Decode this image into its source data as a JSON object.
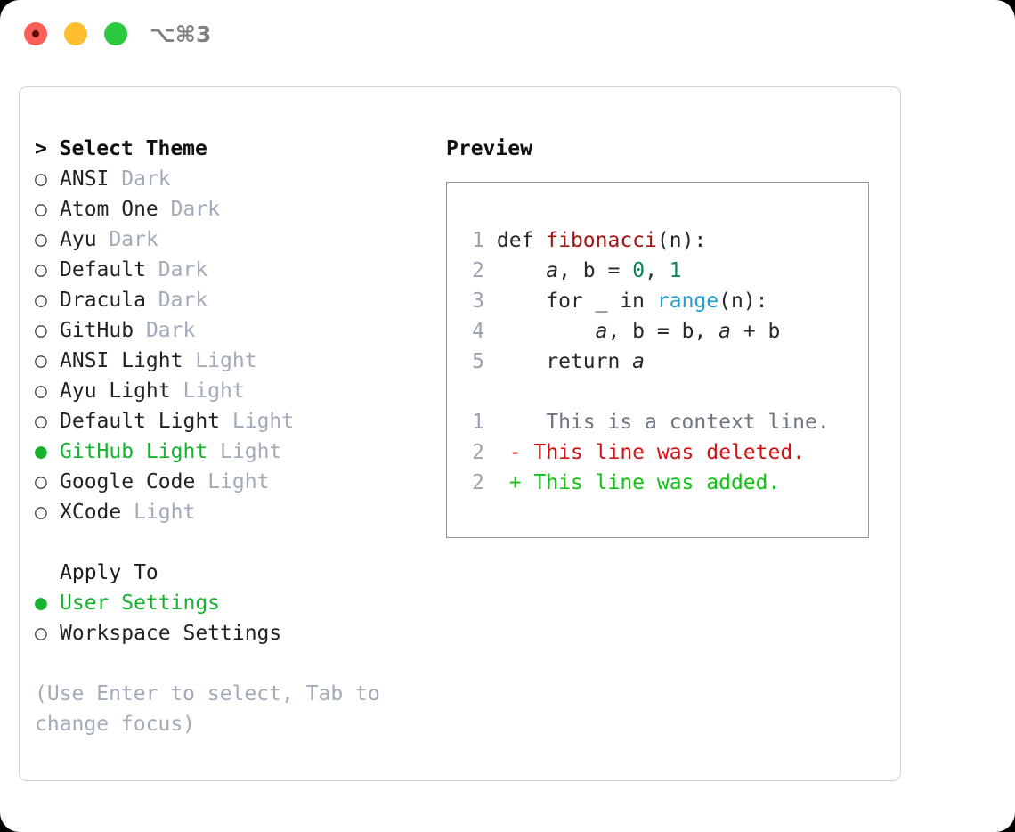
{
  "titlebar": {
    "buttons": [
      {
        "name": "close",
        "color": "#fc5f57"
      },
      {
        "name": "minimize",
        "color": "#ffbe2e"
      },
      {
        "name": "zoom",
        "color": "#2bc840"
      }
    ],
    "shortcut": "⌥⌘3"
  },
  "theme_picker": {
    "header": "> Select Theme",
    "items": [
      {
        "bullet": "○",
        "label": "ANSI",
        "variant": "Dark",
        "selected": false
      },
      {
        "bullet": "○",
        "label": "Atom One",
        "variant": "Dark",
        "selected": false
      },
      {
        "bullet": "○",
        "label": "Ayu",
        "variant": "Dark",
        "selected": false
      },
      {
        "bullet": "○",
        "label": "Default",
        "variant": "Dark",
        "selected": false
      },
      {
        "bullet": "○",
        "label": "Dracula",
        "variant": "Dark",
        "selected": false
      },
      {
        "bullet": "○",
        "label": "GitHub",
        "variant": "Dark",
        "selected": false
      },
      {
        "bullet": "○",
        "label": "ANSI Light",
        "variant": "Light",
        "selected": false
      },
      {
        "bullet": "○",
        "label": "Ayu Light",
        "variant": "Light",
        "selected": false
      },
      {
        "bullet": "○",
        "label": "Default Light",
        "variant": "Light",
        "selected": false
      },
      {
        "bullet": "●",
        "label": "GitHub Light",
        "variant": "Light",
        "selected": true
      },
      {
        "bullet": "○",
        "label": "Google Code",
        "variant": "Light",
        "selected": false
      },
      {
        "bullet": "○",
        "label": "XCode",
        "variant": "Light",
        "selected": false
      }
    ]
  },
  "apply_to": {
    "header": "Apply To",
    "items": [
      {
        "bullet": "●",
        "label": "User Settings",
        "selected": true
      },
      {
        "bullet": "○",
        "label": "Workspace Settings",
        "selected": false
      }
    ]
  },
  "hint": "(Use Enter to select, Tab to change focus)",
  "preview": {
    "title": "Preview",
    "code_lines": [
      {
        "num": "1",
        "tokens": [
          {
            "text": " def ",
            "style": "plain"
          },
          {
            "text": "fibonacci",
            "style": "fn"
          },
          {
            "text": "(n):",
            "style": "plain"
          }
        ]
      },
      {
        "num": "2",
        "tokens": [
          {
            "text": "     ",
            "style": "plain"
          },
          {
            "text": "a",
            "style": "ital"
          },
          {
            "text": ", b = ",
            "style": "plain"
          },
          {
            "text": "0",
            "style": "num"
          },
          {
            "text": ", ",
            "style": "plain"
          },
          {
            "text": "1",
            "style": "num"
          }
        ]
      },
      {
        "num": "3",
        "tokens": [
          {
            "text": "     for _ in ",
            "style": "plain"
          },
          {
            "text": "range",
            "style": "kwfn"
          },
          {
            "text": "(n):",
            "style": "plain"
          }
        ]
      },
      {
        "num": "4",
        "tokens": [
          {
            "text": "         ",
            "style": "plain"
          },
          {
            "text": "a",
            "style": "ital"
          },
          {
            "text": ", b = b, ",
            "style": "plain"
          },
          {
            "text": "a",
            "style": "ital"
          },
          {
            "text": " + b",
            "style": "plain"
          }
        ]
      },
      {
        "num": "5",
        "tokens": [
          {
            "text": "     return ",
            "style": "plain"
          },
          {
            "text": "a",
            "style": "ital"
          }
        ]
      }
    ],
    "diff_lines": [
      {
        "num": "1",
        "marker": "  ",
        "text": " This is a context line.",
        "kind": "ctx"
      },
      {
        "num": "2",
        "marker": "- ",
        "text": "This line was deleted.",
        "kind": "del"
      },
      {
        "num": "2",
        "marker": "+ ",
        "text": "This line was added.",
        "kind": "add"
      }
    ]
  },
  "colors": {
    "accent_green": "#15b32f",
    "muted": "#a2abb8",
    "panel_border": "#ccd2da",
    "preview_border": "#8e97a6",
    "code_fn": "#a31515",
    "code_num": "#098658",
    "code_builtin": "#1e9fd8",
    "diff_del": "#cf1313",
    "diff_add": "#12c112"
  }
}
